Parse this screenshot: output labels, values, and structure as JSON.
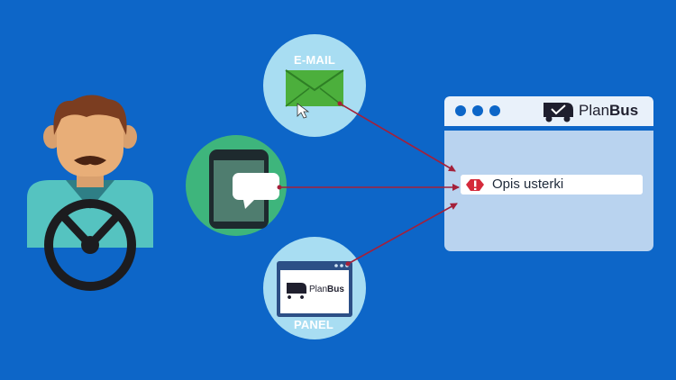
{
  "channels": {
    "email": {
      "label": "E-MAIL",
      "icon": "envelope-icon"
    },
    "sms": {
      "label": "SMS",
      "icon": "smartphone-icon"
    },
    "panel": {
      "label": "PANEL",
      "icon": "panel-window-icon"
    }
  },
  "brand": {
    "name_light": "Plan",
    "name_bold": "Bus",
    "icon": "bus-logo-icon"
  },
  "window": {
    "issue_text": "Opis usterki",
    "issue_icon": "alert-icon"
  },
  "driver": {
    "icon": "driver-with-steering-wheel-icon"
  },
  "colors": {
    "background": "#0d66c8",
    "circle_light": "#a8ddf2",
    "circle_green": "#3eb57c",
    "arrow": "#a4203a",
    "window": "#b9d3ef",
    "alert": "#d52a3a"
  }
}
